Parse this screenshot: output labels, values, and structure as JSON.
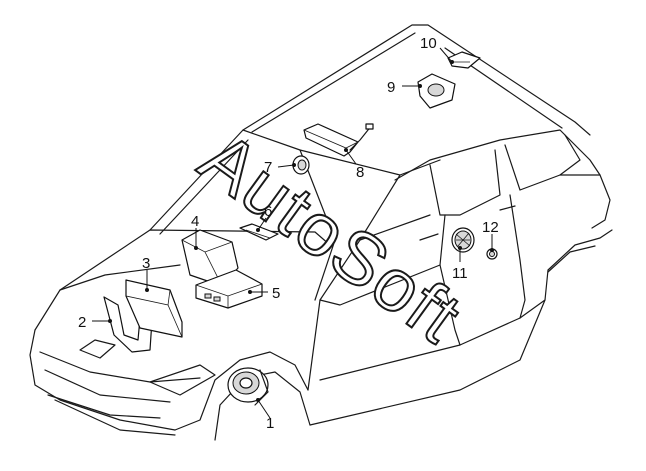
{
  "watermark": "AutoSoft",
  "callouts": {
    "c1": "1",
    "c2": "2",
    "c3": "3",
    "c4": "4",
    "c5": "5",
    "c6": "6",
    "c7": "7",
    "c8": "8",
    "c9": "9",
    "c10": "10",
    "c11": "11",
    "c12": "12"
  },
  "colors": {
    "line": "#1a1a1a",
    "background": "#ffffff",
    "part_shade": "#d8d8d8"
  }
}
